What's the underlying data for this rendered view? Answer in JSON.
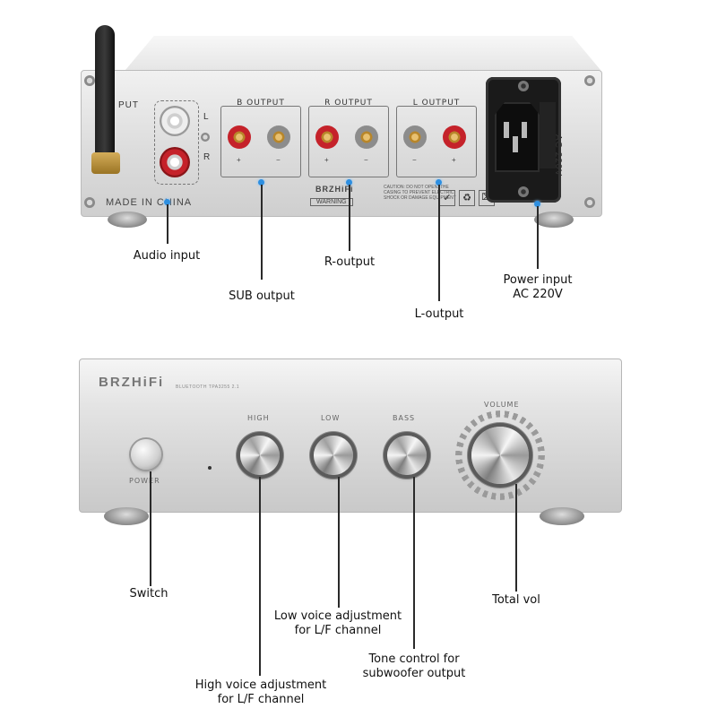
{
  "rear_panel": {
    "made_in": "MADE IN CHINA",
    "input_label_partial": "PUT",
    "channel_l": "L",
    "channel_r": "R",
    "outputs": [
      {
        "title": "B OUTPUT"
      },
      {
        "title": "R OUTPUT"
      },
      {
        "title": "L OUTPUT"
      }
    ],
    "plus_sign": "+",
    "minus_sign": "−",
    "brand_plate": "BRZHiFi",
    "warning_text": "WARNING",
    "caution_text": "CAUTION: DO NOT OPEN. THE CASING TO PREVENT ELECTRIC SHOCK OR DAMAGE EQUIPMENT",
    "voltage_label": "AC 220V"
  },
  "front_panel": {
    "brand": "BRZHiFi",
    "model": "BLUETOOTH TPA3255 2.1",
    "power_label": "POWER",
    "knob_labels": [
      "HIGH",
      "LOW",
      "BASS"
    ],
    "volume_label": "VOLUME"
  },
  "callouts": {
    "audio_input": "Audio input",
    "sub_output": "SUB output",
    "r_output": "R-output",
    "l_output": "L-output",
    "power_input_line1": "Power input",
    "power_input_line2": "AC 220V",
    "switch": "Switch",
    "total_vol": "Total vol",
    "low_voice_line1": "Low voice adjustment",
    "low_voice_line2": "for L/F channel",
    "tone_line1": "Tone control for",
    "tone_line2": "subwoofer output",
    "high_voice_line1": "High voice adjustment",
    "high_voice_line2": "for L/F channel"
  },
  "colors": {
    "callout_dot": "#2e8fe0",
    "rca_red": "#c5222a",
    "panel_silver": "#dcdcdc"
  }
}
